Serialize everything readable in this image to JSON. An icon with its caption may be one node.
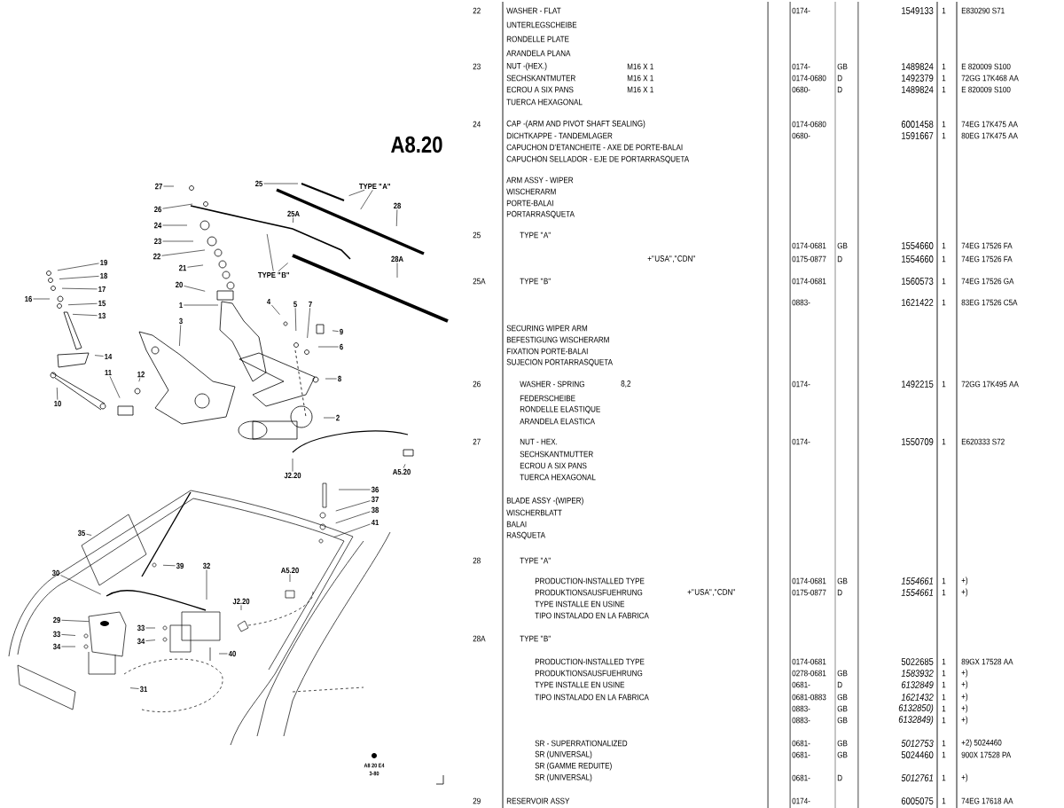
{
  "diagram": {
    "title": "A8.20",
    "nodes": [
      {
        "text": [
          "27"
        ]
      },
      {
        "text": [
          "26"
        ]
      },
      {
        "text": [
          "25"
        ]
      },
      {
        "text": [
          "TYPE \"A\""
        ]
      },
      {
        "text": [
          "24"
        ]
      },
      {
        "text": [
          "28"
        ]
      },
      {
        "text": [
          "25A"
        ]
      },
      {
        "text": [
          "23"
        ]
      },
      {
        "text": [
          "22"
        ]
      },
      {
        "text": [
          "21"
        ]
      },
      {
        "text": [
          "19"
        ]
      },
      {
        "text": [
          "TYPE \"B\""
        ]
      },
      {
        "text": [
          "28A"
        ]
      },
      {
        "text": [
          "18"
        ]
      },
      {
        "text": [
          "20"
        ]
      },
      {
        "text": [
          "17"
        ]
      },
      {
        "text": [
          "16"
        ]
      },
      {
        "text": [
          "15"
        ]
      },
      {
        "text": [
          "1"
        ]
      },
      {
        "text": [
          "4"
        ]
      },
      {
        "text": [
          "5"
        ]
      },
      {
        "text": [
          "7"
        ]
      },
      {
        "text": [
          "13"
        ]
      },
      {
        "text": [
          "3"
        ]
      },
      {
        "text": [
          "9"
        ]
      },
      {
        "text": [
          "6"
        ]
      },
      {
        "text": [
          "14"
        ]
      },
      {
        "text": [
          "11"
        ]
      },
      {
        "text": [
          "12"
        ]
      },
      {
        "text": [
          "8"
        ]
      },
      {
        "text": [
          "10"
        ]
      },
      {
        "text": [
          "2"
        ]
      },
      {
        "text": [
          "A5.20"
        ]
      },
      {
        "text": [
          "J2.20"
        ]
      },
      {
        "text": [
          "36"
        ]
      },
      {
        "text": [
          "37"
        ]
      },
      {
        "text": [
          "38"
        ]
      },
      {
        "text": [
          "41"
        ]
      },
      {
        "text": [
          "35"
        ]
      },
      {
        "text": [
          "39"
        ]
      },
      {
        "text": [
          "32"
        ]
      },
      {
        "text": [
          "30"
        ]
      },
      {
        "text": [
          "A5.20"
        ]
      },
      {
        "text": [
          "J2.20"
        ]
      },
      {
        "text": [
          "29"
        ]
      },
      {
        "text": [
          "33"
        ]
      },
      {
        "text": [
          "33"
        ]
      },
      {
        "text": [
          "34"
        ]
      },
      {
        "text": [
          "34"
        ]
      },
      {
        "text": [
          "40"
        ]
      },
      {
        "text": [
          "31"
        ]
      }
    ],
    "edges": [
      {
        "from": 0,
        "to": null,
        "arrow": "none"
      },
      {
        "from": 1,
        "to": null,
        "arrow": "none"
      },
      {
        "from": 2,
        "to": null,
        "arrow": "none"
      },
      {
        "from": 3,
        "to": null,
        "arrow": "none"
      },
      {
        "from": 3,
        "to": null,
        "arrow": "none"
      },
      {
        "from": 4,
        "to": null,
        "arrow": "none"
      },
      {
        "from": 5,
        "to": null,
        "arrow": "none"
      },
      {
        "from": 6,
        "to": null,
        "arrow": "none"
      },
      {
        "from": 7,
        "to": null,
        "arrow": "none"
      },
      {
        "from": 8,
        "to": null,
        "arrow": "none"
      },
      {
        "from": 9,
        "to": null,
        "arrow": "none"
      },
      {
        "from": 10,
        "to": null,
        "arrow": "none"
      },
      {
        "from": 11,
        "to": null,
        "arrow": "none"
      },
      {
        "from": 11,
        "to": null,
        "arrow": "none"
      },
      {
        "from": 12,
        "to": null,
        "arrow": "none"
      },
      {
        "from": 13,
        "to": null,
        "arrow": "none"
      },
      {
        "from": 14,
        "to": null,
        "arrow": "none"
      },
      {
        "from": 15,
        "to": null,
        "arrow": "none"
      },
      {
        "from": 16,
        "to": null,
        "arrow": "none"
      },
      {
        "from": 17,
        "to": null,
        "arrow": "none"
      },
      {
        "from": 18,
        "to": null,
        "arrow": "none"
      },
      {
        "from": 19,
        "to": null,
        "arrow": "none"
      },
      {
        "from": 20,
        "to": null,
        "arrow": "none"
      },
      {
        "from": 21,
        "to": null,
        "arrow": "none"
      },
      {
        "from": 22,
        "to": null,
        "arrow": "none"
      },
      {
        "from": 23,
        "to": null,
        "arrow": "none"
      },
      {
        "from": 24,
        "to": null,
        "arrow": "none"
      },
      {
        "from": 25,
        "to": null,
        "arrow": "none"
      },
      {
        "from": 26,
        "to": null,
        "arrow": "none"
      },
      {
        "from": 27,
        "to": null,
        "arrow": "none"
      },
      {
        "from": 28,
        "to": null,
        "arrow": "none"
      },
      {
        "from": 29,
        "to": null,
        "arrow": "none"
      },
      {
        "from": 30,
        "to": null,
        "arrow": "none"
      },
      {
        "from": 31,
        "to": null,
        "arrow": "none"
      },
      {
        "from": 32,
        "to": null,
        "arrow": "none"
      },
      {
        "from": 33,
        "to": null,
        "arrow": "none"
      },
      {
        "from": 34,
        "to": null,
        "arrow": "none"
      },
      {
        "from": 35,
        "to": null,
        "arrow": "none"
      },
      {
        "from": 36,
        "to": null,
        "arrow": "none"
      },
      {
        "from": 37,
        "to": null,
        "arrow": "none"
      },
      {
        "from": 38,
        "to": null,
        "arrow": "none"
      },
      {
        "from": 39,
        "to": null,
        "arrow": "none"
      },
      {
        "from": 40,
        "to": null,
        "arrow": "none"
      },
      {
        "from": 41,
        "to": null,
        "arrow": "none"
      },
      {
        "from": 42,
        "to": null,
        "arrow": "none"
      },
      {
        "from": 43,
        "to": null,
        "arrow": "none"
      },
      {
        "from": 44,
        "to": null,
        "arrow": "none"
      },
      {
        "from": 45,
        "to": null,
        "arrow": "none"
      },
      {
        "from": 46,
        "to": null,
        "arrow": "none"
      },
      {
        "from": 47,
        "to": null,
        "arrow": "none"
      },
      {
        "from": 48,
        "to": null,
        "arrow": "none"
      },
      {
        "from": 49,
        "to": null,
        "arrow": "none"
      },
      {
        "from": 50,
        "to": null,
        "arrow": "none"
      }
    ],
    "labels": [
      "22",
      "WASHER - FLAT",
      "0174-",
      "1549133",
      "1",
      "E830290 S71",
      "UNTERLEGSCHEIBE",
      "RONDELLE PLATE",
      "ARANDELA PLANA",
      "23",
      "NUT -(HEX.)",
      "M16 X 1",
      "0174-",
      "GB",
      "1489824",
      "1",
      "E 820009 S100",
      "SECHSKANTMUTER",
      "M16 X 1",
      "0174-0680",
      "D",
      "1492379",
      "1",
      "72GG 17K468 AA",
      "ECROU A SIX PANS",
      "M16 X 1",
      "0680-",
      "D",
      "1489824",
      "1",
      "E 820009 S100",
      "TUERCA HEXAGONAL",
      "24",
      "CAP -(ARM AND PIVOT SHAFT SEALING)",
      "0174-0680",
      "6001458",
      "1",
      "74EG 17K475 AA",
      "DICHTKAPPE - TANDEMLAGER",
      "0680-",
      "1591667",
      "1",
      "80EG 17K475 AA",
      "CAPUCHON D'ETANCHEITE - AXE DE PORTE-BALAI",
      "CAPUCHON SELLADOR - EJE DE PORTARRASQUETA",
      "ARM ASSY - WIPER",
      "WISCHERARM",
      "PORTE-BALAI",
      "PORTARRASQUETA",
      "25",
      "TYPE \"A\"",
      "0174-0681",
      "GB",
      "1554660",
      "1",
      "74EG 17526 FA",
      "+\"USA\",\"CDN\"",
      "0175-0877",
      "D",
      "1554660",
      "1",
      "74EG 17526 FA",
      "25A",
      "TYPE \"B\"",
      "0174-0681",
      "1560573",
      "1",
      "74EG 17526 GA",
      "0883-",
      "1621422",
      "1",
      "83EG 17526 C5A",
      "SECURING WIPER ARM",
      "BEFESTIGUNG WISCHERARM",
      "FIXATION PORTE-BALAI",
      "SUJECION PORTARRASQUETA",
      "26",
      "WASHER - SPRING",
      "8,2",
      "0174-",
      "1492215",
      "1",
      "72GG 17K495 AA",
      "FEDERSCHEIBE",
      "RONDELLE ELASTIQUE",
      "ARANDELA ELASTICA",
      "27",
      "NUT - HEX.",
      "0174-",
      "1550709",
      "1",
      "E620333 S72",
      "SECHSKANTMUTTER",
      "ECROU A SIX PANS",
      "TUERCA HEXAGONAL",
      "BLADE ASSY -(WIPER)",
      "WISCHERBLATT",
      "BALAI",
      "RASQUETA",
      "28",
      "TYPE \"A\"",
      "PRODUCTION-INSTALLED TYPE",
      "0174-0681",
      "GB",
      "1554661",
      "1",
      "+)",
      "PRODUKTIONSAUSFUEHRUNG",
      "+\"USA\",\"CDN\"",
      "0175-0877",
      "D",
      "1554661",
      "1",
      "+)",
      "TYPE INSTALLE EN USINE",
      "TIPO INSTALADO EN LA FABRICA",
      "28A",
      "TYPE \"B\"",
      "PRODUCTION-INSTALLED TYPE",
      "0174-0681",
      "5022685",
      "1",
      "89GX 17528 AA",
      "PRODUKTIONSAUSFUEHRUNG",
      "0278-0681",
      "GB",
      "1583932",
      "1",
      "+)",
      "TYPE INSTALLE EN USINE",
      "0681-",
      "D",
      "6132849",
      "1",
      "+)",
      "TIPO INSTALADO EN LA FABRICA",
      "0681-0883",
      "GB",
      "1621432",
      "1",
      "+)",
      "0883-",
      "GB",
      "6132850)",
      "1",
      "+)",
      "0883-",
      "GB",
      "6132849)",
      "1",
      "+)",
      "SR - SUPERRATIONALIZED",
      "0681-",
      "GB",
      "5012753",
      "1",
      "+2) 5024460",
      "SR (UNIVERSAL)",
      "0681-",
      "GB",
      "5024460",
      "1",
      "900X 17528 PA",
      "SR (GAMME REDUITE)",
      "SR (UNIVERSAL)",
      "0681-",
      "D",
      "5012761",
      "1",
      "+)",
      "29",
      "RESERVOIR ASSY",
      "0174-",
      "6005075",
      "1",
      "74EG 17618 AA",
      "A8 20 E4",
      "3-80"
    ]
  }
}
